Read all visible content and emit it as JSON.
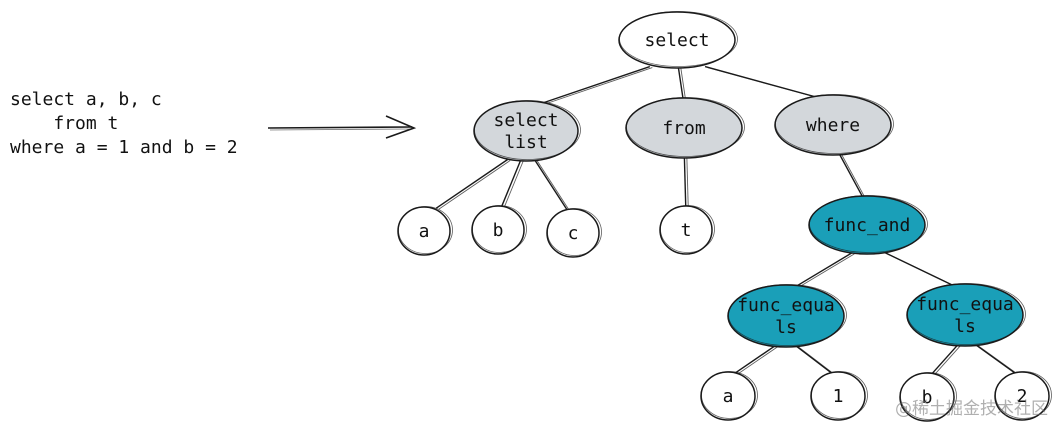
{
  "sql": {
    "lines": [
      "select a, b, c",
      "    from t",
      "where a = 1 and b = 2"
    ]
  },
  "colors": {
    "gray": "#d3d7db",
    "teal": "#1a9fb8",
    "white": "#ffffff",
    "stroke": "#1a1a1a"
  },
  "tree": {
    "select": {
      "label": [
        "select"
      ]
    },
    "select_list": {
      "label": [
        "select",
        "list"
      ]
    },
    "from": {
      "label": [
        "from"
      ]
    },
    "where": {
      "label": [
        "where"
      ]
    },
    "a1": {
      "label": [
        "a"
      ]
    },
    "b1": {
      "label": [
        "b"
      ]
    },
    "c1": {
      "label": [
        "c"
      ]
    },
    "t": {
      "label": [
        "t"
      ]
    },
    "func_and": {
      "label": [
        "func_and"
      ]
    },
    "func_equals_1": {
      "label": [
        "func_equa",
        "ls"
      ]
    },
    "func_equals_2": {
      "label": [
        "func_equa",
        "ls"
      ]
    },
    "a2": {
      "label": [
        "a"
      ]
    },
    "one": {
      "label": [
        "1"
      ]
    },
    "b2": {
      "label": [
        "b"
      ]
    },
    "two": {
      "label": [
        "2"
      ]
    }
  },
  "watermark": "@稀土掘金技术社区"
}
